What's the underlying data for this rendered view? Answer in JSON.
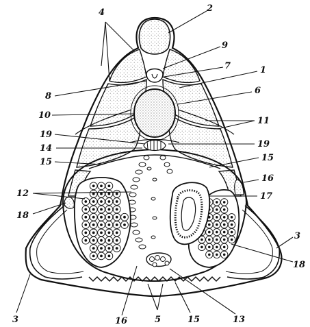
{
  "labels": {
    "n1": "1",
    "n2": "2",
    "n3": "3",
    "n4": "4",
    "n5": "5",
    "n6": "6",
    "n7": "7",
    "n8": "8",
    "n9": "9",
    "n10": "10",
    "n11": "11",
    "n12": "12",
    "n13": "13",
    "n14": "14",
    "n15": "15",
    "n16": "16",
    "n17": "17",
    "n18": "18",
    "n19": "19"
  },
  "colors": {
    "ink": "#111111",
    "stipple": "#777777",
    "background": "#ffffff"
  }
}
